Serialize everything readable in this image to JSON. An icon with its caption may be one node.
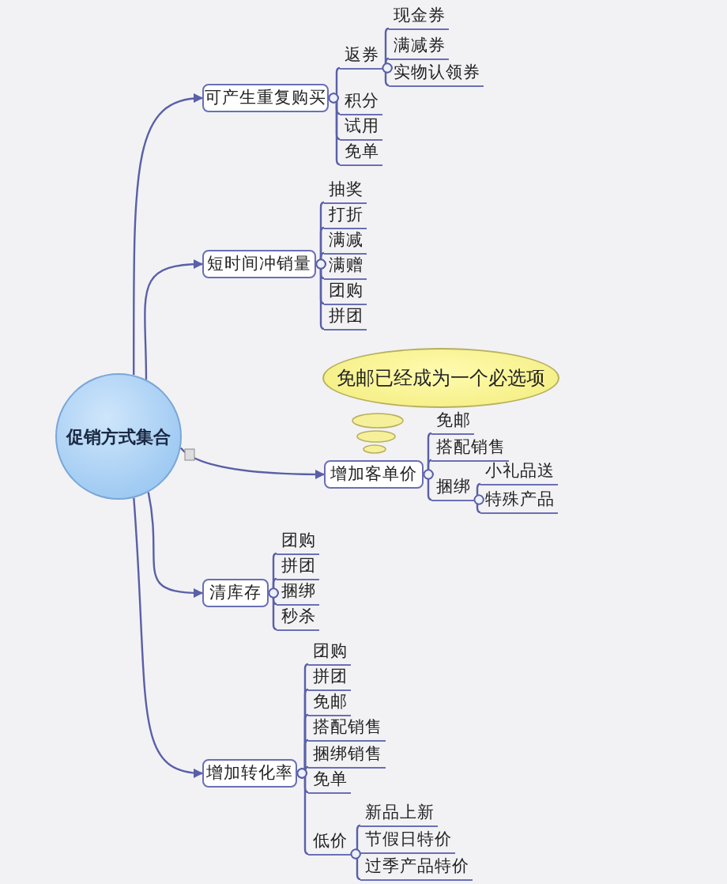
{
  "diagram": {
    "nodes": [
      {
        "text": [
          "促销方式集合"
        ]
      },
      {
        "text": [
          "可产生重复购买"
        ]
      },
      {
        "text": [
          "返券"
        ]
      },
      {
        "text": [
          "现金券"
        ]
      },
      {
        "text": [
          "满减券"
        ]
      },
      {
        "text": [
          "实物认领券"
        ]
      },
      {
        "text": [
          "积分"
        ]
      },
      {
        "text": [
          "试用"
        ]
      },
      {
        "text": [
          "免单"
        ]
      },
      {
        "text": [
          "短时间冲销量"
        ]
      },
      {
        "text": [
          "抽奖"
        ]
      },
      {
        "text": [
          "打折"
        ]
      },
      {
        "text": [
          "满减"
        ]
      },
      {
        "text": [
          "满赠"
        ]
      },
      {
        "text": [
          "团购"
        ]
      },
      {
        "text": [
          "拼团"
        ]
      },
      {
        "text": [
          "免邮已经成为一个必选项"
        ]
      },
      {
        "text": [
          "增加客单价"
        ]
      },
      {
        "text": [
          "免邮"
        ]
      },
      {
        "text": [
          "搭配销售"
        ]
      },
      {
        "text": [
          "捆绑"
        ]
      },
      {
        "text": [
          "小礼品送"
        ]
      },
      {
        "text": [
          "特殊产品"
        ]
      },
      {
        "text": [
          "清库存"
        ]
      },
      {
        "text": [
          "团购"
        ]
      },
      {
        "text": [
          "拼团"
        ]
      },
      {
        "text": [
          "捆绑"
        ]
      },
      {
        "text": [
          "秒杀"
        ]
      },
      {
        "text": [
          "增加转化率"
        ]
      },
      {
        "text": [
          "团购"
        ]
      },
      {
        "text": [
          "拼团"
        ]
      },
      {
        "text": [
          "免邮"
        ]
      },
      {
        "text": [
          "搭配销售"
        ]
      },
      {
        "text": [
          "捆绑销售"
        ]
      },
      {
        "text": [
          "免单"
        ]
      },
      {
        "text": [
          "低价"
        ]
      },
      {
        "text": [
          "新品上新"
        ]
      },
      {
        "text": [
          "节假日特价"
        ]
      },
      {
        "text": [
          "过季产品特价"
        ]
      }
    ],
    "edges": [
      {
        "from": 0,
        "to": 1,
        "arrow": "to"
      },
      {
        "from": 0,
        "to": 9,
        "arrow": "to"
      },
      {
        "from": 0,
        "to": 17,
        "arrow": "to"
      },
      {
        "from": 0,
        "to": 23,
        "arrow": "to"
      },
      {
        "from": 0,
        "to": 28,
        "arrow": "to"
      },
      {
        "from": 1,
        "to": 2,
        "arrow": "other"
      },
      {
        "from": 1,
        "to": 6,
        "arrow": "other"
      },
      {
        "from": 1,
        "to": 7,
        "arrow": "other"
      },
      {
        "from": 1,
        "to": 8,
        "arrow": "other"
      },
      {
        "from": 2,
        "to": 3,
        "arrow": "other"
      },
      {
        "from": 2,
        "to": 4,
        "arrow": "other"
      },
      {
        "from": 2,
        "to": 5,
        "arrow": "other"
      },
      {
        "from": 9,
        "to": 10,
        "arrow": "other"
      },
      {
        "from": 9,
        "to": 11,
        "arrow": "other"
      },
      {
        "from": 9,
        "to": 12,
        "arrow": "other"
      },
      {
        "from": 9,
        "to": 13,
        "arrow": "other"
      },
      {
        "from": 9,
        "to": 14,
        "arrow": "other"
      },
      {
        "from": 9,
        "to": 15,
        "arrow": "other"
      },
      {
        "from": 17,
        "to": 18,
        "arrow": "other"
      },
      {
        "from": 17,
        "to": 19,
        "arrow": "other"
      },
      {
        "from": 17,
        "to": 20,
        "arrow": "other"
      },
      {
        "from": 20,
        "to": 21,
        "arrow": "other"
      },
      {
        "from": 20,
        "to": 22,
        "arrow": "other"
      },
      {
        "from": 23,
        "to": 24,
        "arrow": "other"
      },
      {
        "from": 23,
        "to": 25,
        "arrow": "other"
      },
      {
        "from": 23,
        "to": 26,
        "arrow": "other"
      },
      {
        "from": 23,
        "to": 27,
        "arrow": "other"
      },
      {
        "from": 28,
        "to": 29,
        "arrow": "other"
      },
      {
        "from": 28,
        "to": 30,
        "arrow": "other"
      },
      {
        "from": 28,
        "to": 31,
        "arrow": "other"
      },
      {
        "from": 28,
        "to": 32,
        "arrow": "other"
      },
      {
        "from": 28,
        "to": 33,
        "arrow": "other"
      },
      {
        "from": 28,
        "to": 34,
        "arrow": "other"
      },
      {
        "from": 28,
        "to": 35,
        "arrow": "other"
      },
      {
        "from": 35,
        "to": 36,
        "arrow": "other"
      },
      {
        "from": 35,
        "to": 37,
        "arrow": "other"
      },
      {
        "from": 35,
        "to": 38,
        "arrow": "other"
      }
    ]
  }
}
